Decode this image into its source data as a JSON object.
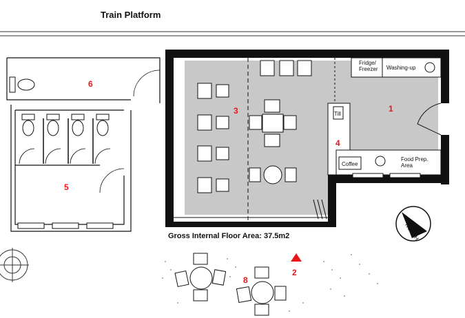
{
  "header": {
    "title": "Train Platform"
  },
  "floor_area": "Gross Internal Floor Area: 37.5m2",
  "room_numbers": {
    "r1": "1",
    "r2": "2",
    "r3": "3",
    "r4": "4",
    "r5": "5",
    "r6": "6",
    "r8": "8"
  },
  "fixtures": {
    "fridge_line1": "Fridge/",
    "fridge_line2": "Freezer",
    "washing_up": "Washing-up",
    "till": "Till",
    "coffee": "Coffee",
    "food_prep_line1": "Food Prep.",
    "food_prep_line2": "Area"
  },
  "compass": {
    "label": "NORTH"
  },
  "colors": {
    "wall": "#111111",
    "floor_fill": "#c8c8c8",
    "accent": "#e8151b"
  }
}
